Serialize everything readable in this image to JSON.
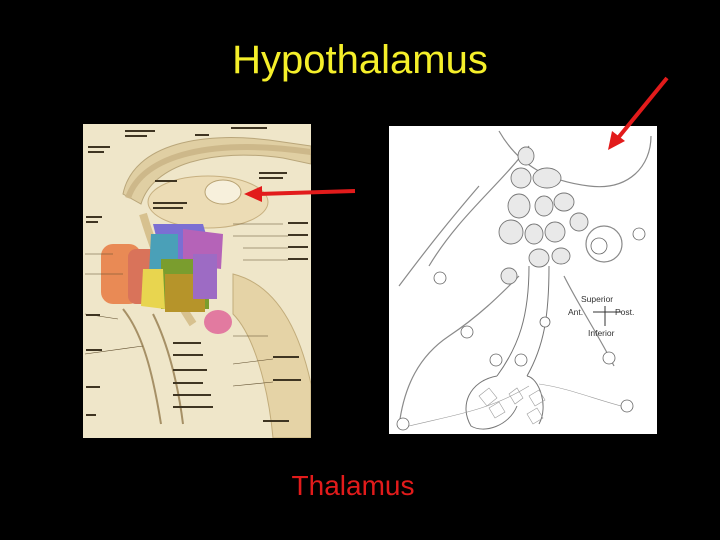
{
  "slide": {
    "title": "Hypothalamus",
    "caption": "Thalamus"
  },
  "figure_right": {
    "orientation": {
      "superior": "Superior",
      "anterior": "Ant.",
      "posterior": "Post.",
      "inferior": "Inferior"
    }
  },
  "colors": {
    "background": "#000000",
    "title": "#f5ef2a",
    "caption": "#e21b1b",
    "arrow": "#e21b1b"
  }
}
